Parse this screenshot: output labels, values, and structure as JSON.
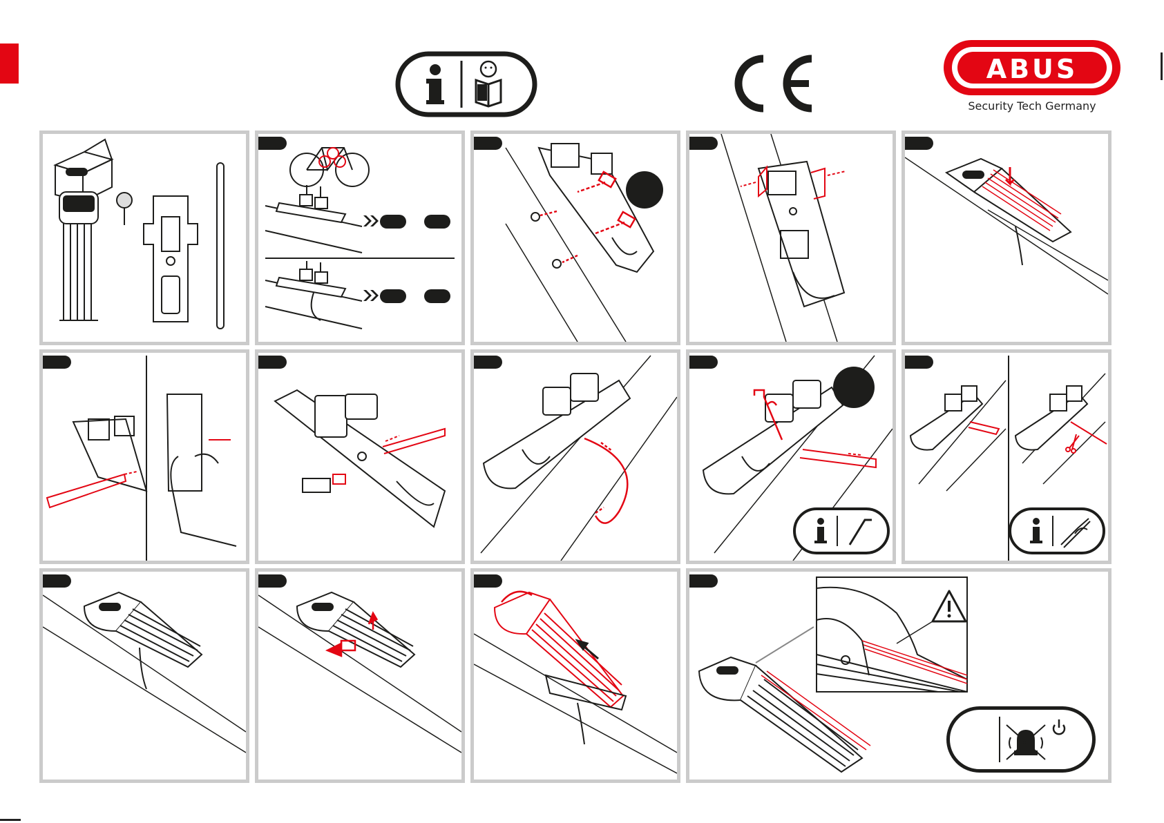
{
  "brand": {
    "name": "ABUS",
    "tagline": "Security Tech Germany"
  },
  "header": {
    "info_badge_icons": [
      "info-icon",
      "read-manual-icon"
    ],
    "ce_mark": "CE"
  },
  "colors": {
    "accent_red": "#e30613",
    "ink": "#1d1d1b",
    "panel_border": "#cbcbcb"
  },
  "panels": [
    {
      "id": "contents",
      "step": "",
      "icons": [
        "box-icon",
        "folding-lock-icon",
        "key-icon",
        "bracket-icon",
        "strap-icon"
      ]
    },
    {
      "id": "mount-position",
      "step": "",
      "icons": [
        "bicycle-icon",
        "bracket-screws-icon",
        "bracket-strap-icon"
      ]
    },
    {
      "id": "screw-mount",
      "step": "",
      "icons": [
        "bracket-icon",
        "screw-icon"
      ]
    },
    {
      "id": "adjust-holders",
      "step": "",
      "icons": [
        "bracket-icon"
      ]
    },
    {
      "id": "insert-lock",
      "step": "",
      "icons": [
        "folding-lock-icon",
        "down-arrow-icon"
      ]
    },
    {
      "id": "strap-insert",
      "step": "",
      "icons": [
        "strap-icon",
        "hand-icon"
      ]
    },
    {
      "id": "strap-through-bracket",
      "step": "",
      "icons": [
        "bracket-icon",
        "strap-icon"
      ]
    },
    {
      "id": "strap-around-frame",
      "step": "",
      "icons": [
        "bracket-icon",
        "strap-icon"
      ]
    },
    {
      "id": "tighten-strap",
      "step": "",
      "icons": [
        "hex-key-icon",
        "strap-icon"
      ],
      "tool_hint_icons": [
        "info-icon",
        "hex-key-icon"
      ]
    },
    {
      "id": "cut-strap",
      "step": "",
      "icons": [
        "scissors-icon",
        "strap-icon"
      ],
      "tool_hint_icons": [
        "info-icon",
        "pliers-icon"
      ]
    },
    {
      "id": "mounted-lock",
      "step": "",
      "icons": [
        "folding-lock-icon"
      ]
    },
    {
      "id": "release-lock",
      "step": "",
      "icons": [
        "folding-lock-icon",
        "arrow-icon"
      ]
    },
    {
      "id": "remove-lock",
      "step": "",
      "icons": [
        "folding-lock-icon",
        "arrow-icon"
      ]
    },
    {
      "id": "alarm-warning",
      "step": "",
      "icons": [
        "warning-icon",
        "folding-lock-icon",
        "alarm-off-icon",
        "power-icon"
      ]
    }
  ]
}
